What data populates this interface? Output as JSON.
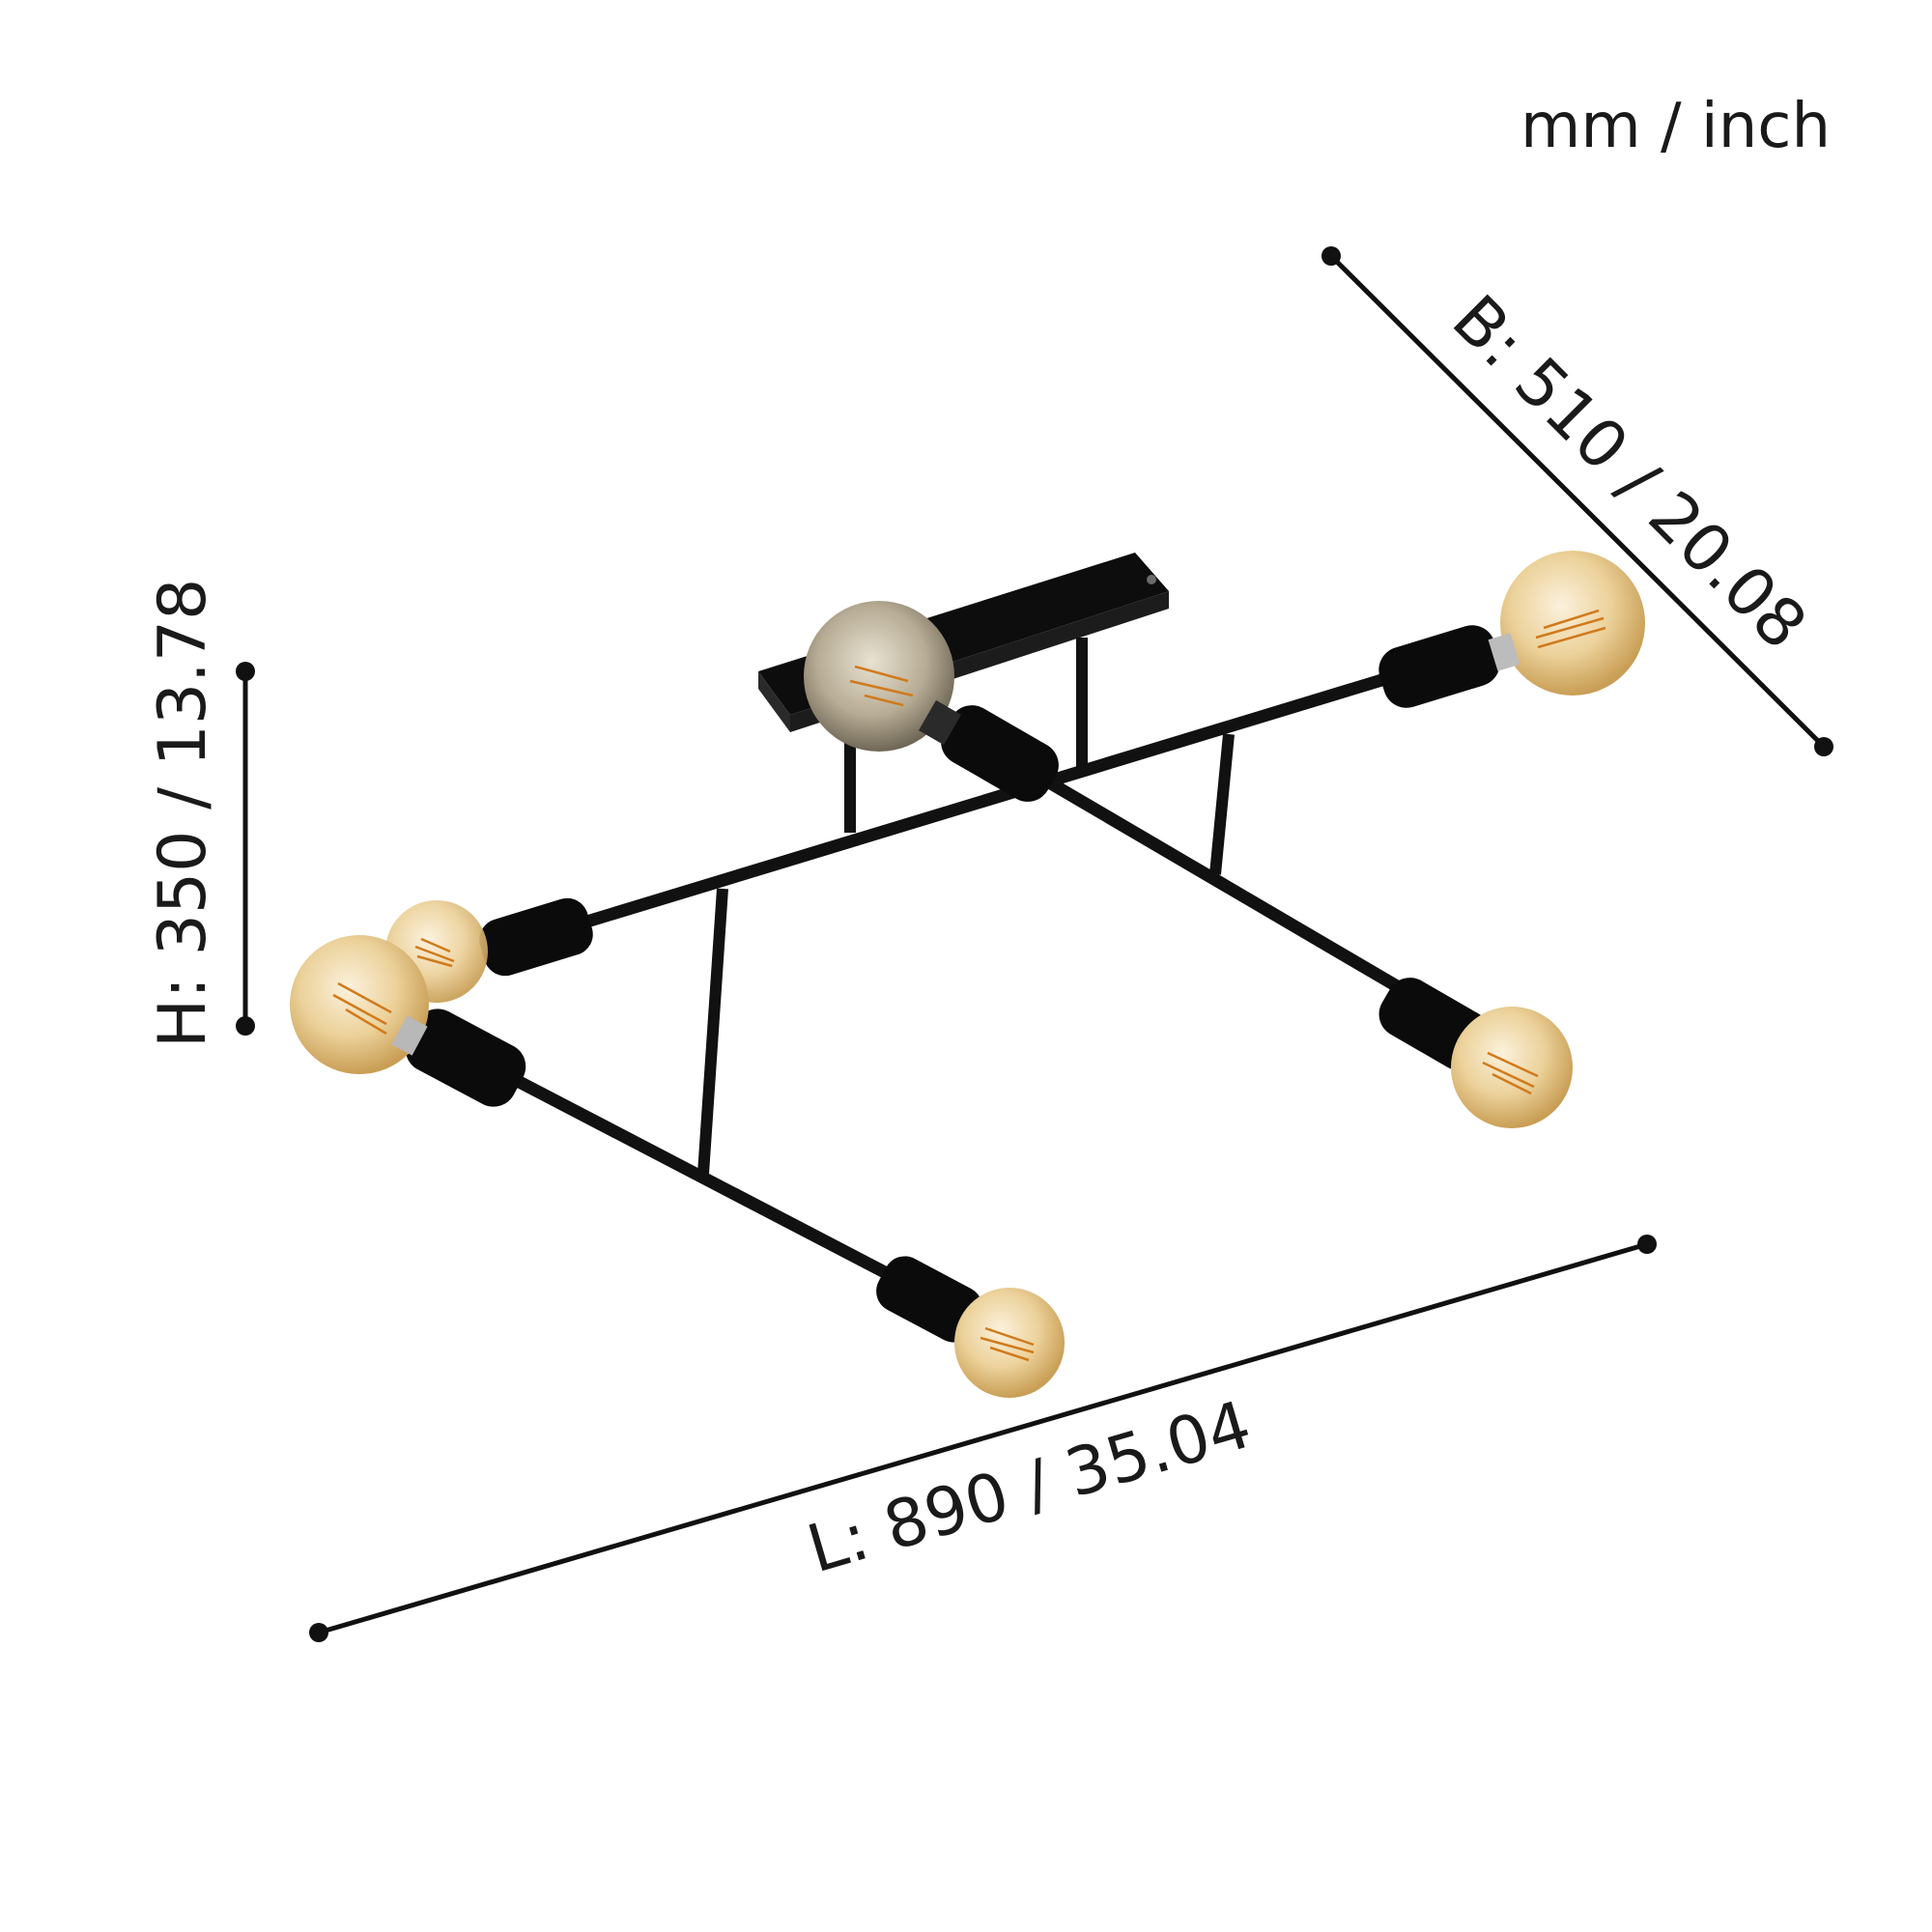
{
  "units_label": "mm / inch",
  "dimensions": {
    "height": "H: 350 / 13.78",
    "width": "B: 510 / 20.08",
    "length": "L: 890 / 35.04"
  },
  "colors": {
    "fixture": "#0d0d0d",
    "bulb_glass": "#e9c98a",
    "filament": "#d07a1c",
    "dimension_line": "#111111"
  },
  "product": {
    "type": "ceiling-light",
    "bulb_count": 6
  }
}
